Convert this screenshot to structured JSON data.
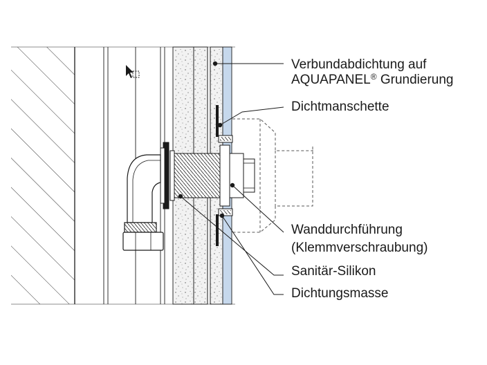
{
  "labels": {
    "verbund_line1": "Verbundabdichtung auf",
    "verbund_line2_prefix": "AQUAPANEL",
    "verbund_line2_mark": "®",
    "verbund_line2_suffix": " Grundierung",
    "dichtmanschette": "Dichtmanschette",
    "wanddurchfuehrung_line1": "Wanddurchführung",
    "wanddurchfuehrung_line2": "(Klemmverschraubung)",
    "silikon": "Sanitär-Silikon",
    "dichtungsmasse": "Dichtungsmasse"
  },
  "colors": {
    "line": "#1a1a1a",
    "seal_layer": "#c6d8ec",
    "concrete": "#f0f0f0",
    "dashed_outline": "#555555"
  },
  "icons": [
    "cursor-icon"
  ]
}
